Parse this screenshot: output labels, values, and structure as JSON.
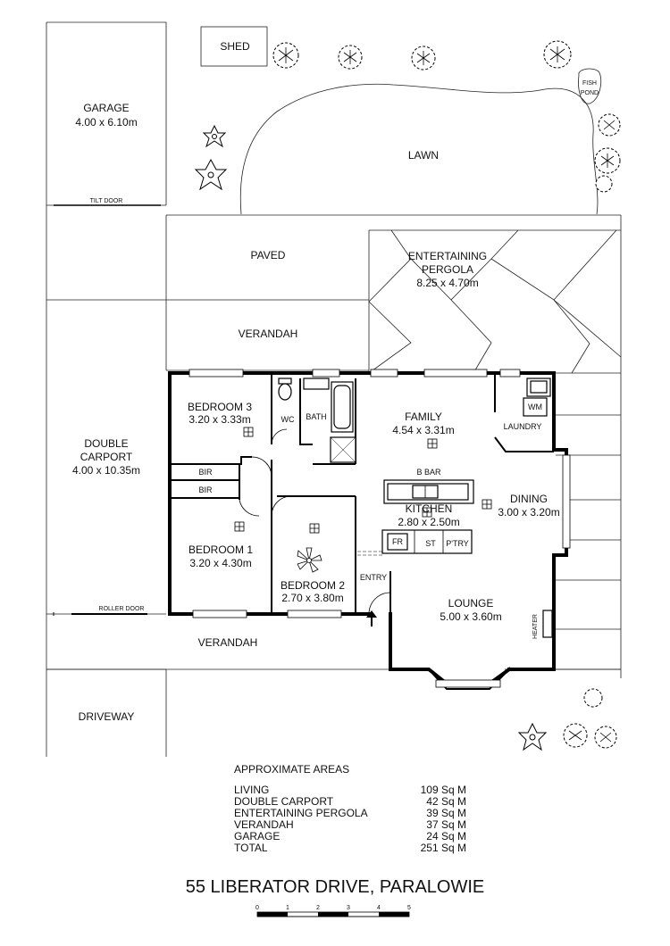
{
  "rooms": {
    "shed": "SHED",
    "fish_pond": [
      "FISH",
      "POND"
    ],
    "garage": {
      "name": "GARAGE",
      "size": "4.00 x 6.10m"
    },
    "tilt_door": "TILT DOOR",
    "lawn": "LAWN",
    "paved": "PAVED",
    "pergola": {
      "name": "ENTERTAINING",
      "name2": "PERGOLA",
      "size": "8.25 x 4.70m"
    },
    "verandah_rear": "VERANDAH",
    "carport": {
      "name": "DOUBLE",
      "name2": "CARPORT",
      "size": "4.00 x 10.35m"
    },
    "bedroom3": {
      "name": "BEDROOM 3",
      "size": "3.20 x 3.33m"
    },
    "wc": "WC",
    "bath": "BATH",
    "family": {
      "name": "FAMILY",
      "size": "4.54 x 3.31m"
    },
    "wm": "WM",
    "laundry": "LAUNDRY",
    "bir1": "BIR",
    "bir2": "BIR",
    "bbar": "B BAR",
    "kitchen": {
      "name": "KITCHEN",
      "size": "2.80 x 2.50m"
    },
    "dining": {
      "name": "DINING",
      "size": "3.00 x 3.20m"
    },
    "fr": "FR",
    "st": "ST",
    "ptry": "P'TRY",
    "bedroom1": {
      "name": "BEDROOM 1",
      "size": "3.20 x 4.30m"
    },
    "bedroom2": {
      "name": "BEDROOM 2",
      "size": "2.70 x 3.80m"
    },
    "entry": "ENTRY",
    "lounge": {
      "name": "LOUNGE",
      "size": "5.00 x 3.60m"
    },
    "heater": "HEATER",
    "roller_door": "ROLLER DOOR",
    "verandah_front": "VERANDAH",
    "driveway": "DRIVEWAY"
  },
  "areas": {
    "heading": "APPROXIMATE AREAS",
    "rows": [
      {
        "label": "LIVING",
        "value": "109 Sq M"
      },
      {
        "label": "DOUBLE CARPORT",
        "value": "42 Sq M"
      },
      {
        "label": "ENTERTAINING PERGOLA",
        "value": "39 Sq M"
      },
      {
        "label": "VERANDAH",
        "value": "37 Sq M"
      },
      {
        "label": "GARAGE",
        "value": "24 Sq M"
      },
      {
        "label": "TOTAL",
        "value": "251 Sq M"
      }
    ]
  },
  "title": "55 LIBERATOR DRIVE, PARALOWIE",
  "scale": {
    "ticks": [
      "0",
      "1",
      "2",
      "3",
      "4",
      "5"
    ]
  }
}
